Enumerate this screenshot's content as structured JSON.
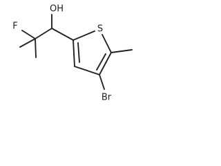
{
  "molecule": {
    "atoms": {
      "hydroxyl": "OH",
      "fluorine": "F",
      "sulfur": "S",
      "bromine": "Br"
    },
    "colors": {
      "bond": "#222222",
      "label": "#222222",
      "background": "#ffffff"
    }
  }
}
